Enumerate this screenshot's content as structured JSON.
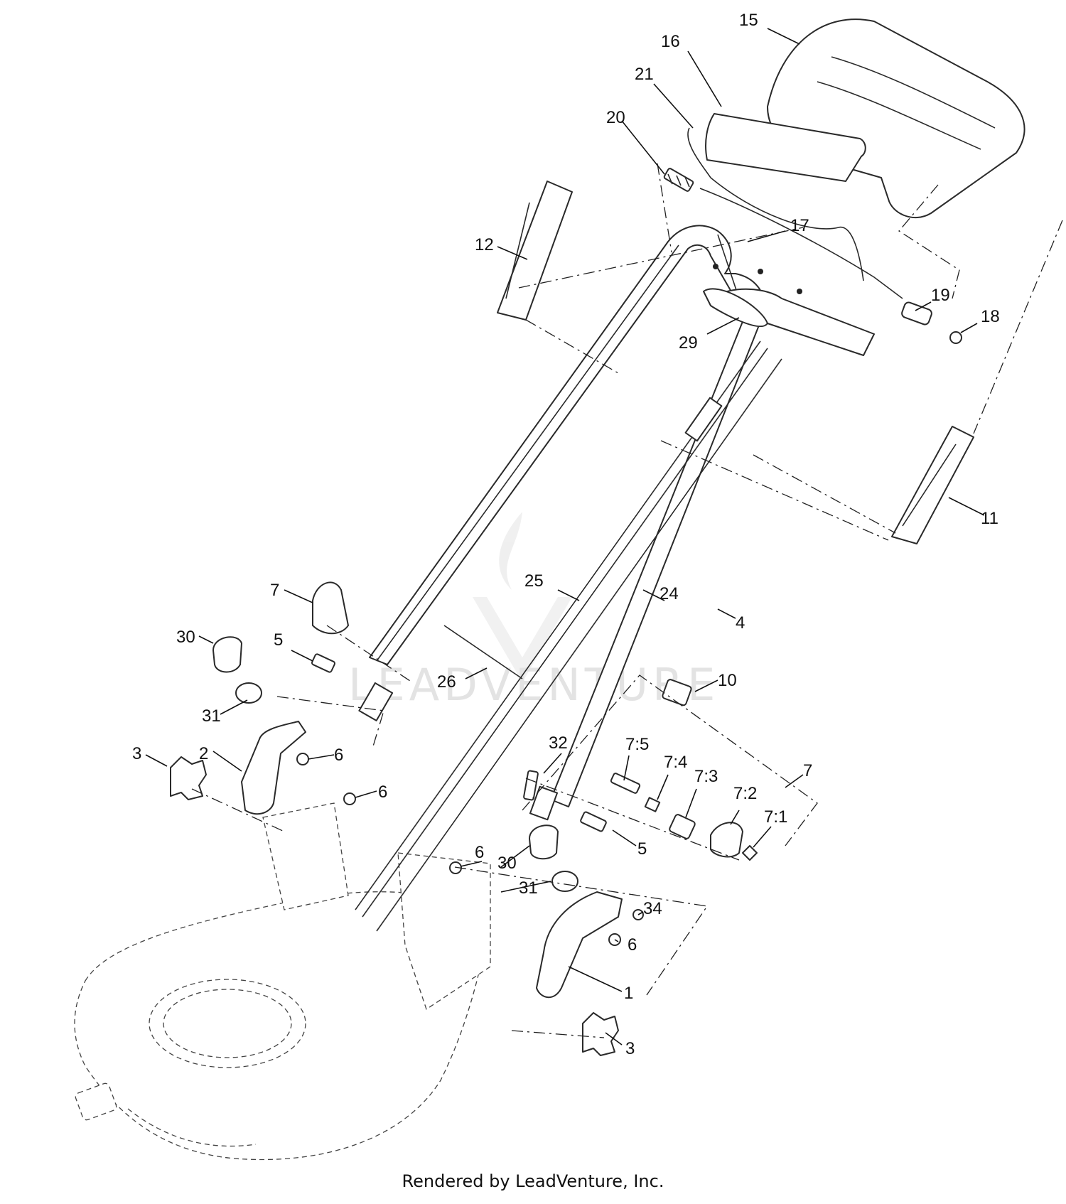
{
  "watermark": "LEADVENTURE",
  "footer": "Rendered by LeadVenture, Inc.",
  "callouts": {
    "c15": "15",
    "c16": "16",
    "c21": "21",
    "c20": "20",
    "c17": "17",
    "c12": "12",
    "c19": "19",
    "c18": "18",
    "c29": "29",
    "c11": "11",
    "c7_top": "7",
    "c25": "25",
    "c24": "24",
    "c4": "4",
    "c30_left": "30",
    "c5_left": "5",
    "c26": "26",
    "c10": "10",
    "c31_left": "31",
    "c3_left": "3",
    "c2": "2",
    "c6_a": "6",
    "c6_b": "6",
    "c32": "32",
    "c7_5": "7:5",
    "c7_4": "7:4",
    "c7_3": "7:3",
    "c7_2": "7:2",
    "c7_1": "7:1",
    "c7_kit": "7",
    "c5_right": "5",
    "c6_c": "6",
    "c30_right": "30",
    "c31_right": "31",
    "c34": "34",
    "c6_d": "6",
    "c1": "1",
    "c3_right": "3"
  }
}
